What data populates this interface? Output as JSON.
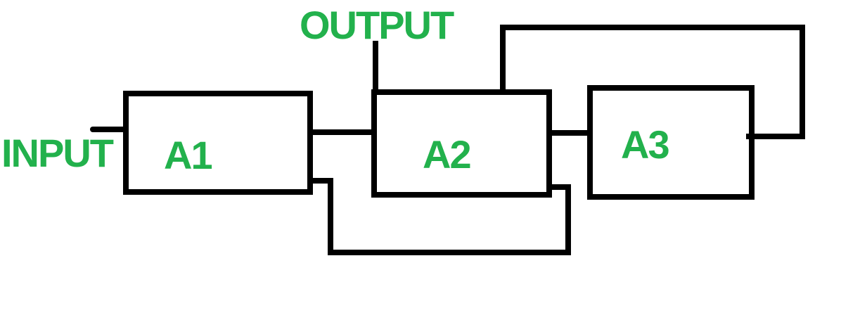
{
  "diagram": {
    "type": "block-diagram",
    "io_labels": {
      "input": "INPUT",
      "output": "OUTPUT"
    },
    "blocks": [
      {
        "id": "A1",
        "label": "A1"
      },
      {
        "id": "A2",
        "label": "A2"
      },
      {
        "id": "A3",
        "label": "A3"
      }
    ],
    "connections": [
      {
        "from": "INPUT",
        "to": "A1"
      },
      {
        "from": "A1",
        "to": "A2"
      },
      {
        "from": "A2",
        "to": "A3"
      },
      {
        "from": "A2",
        "to": "OUTPUT"
      },
      {
        "from": "A2-top",
        "to": "A3-right",
        "kind": "feedback-top"
      },
      {
        "from": "A1-right",
        "to": "A2-right",
        "kind": "feedback-bottom"
      }
    ],
    "colors": {
      "label_green": "#22B14C",
      "line_black": "#000000",
      "background": "#FFFFFF"
    }
  }
}
